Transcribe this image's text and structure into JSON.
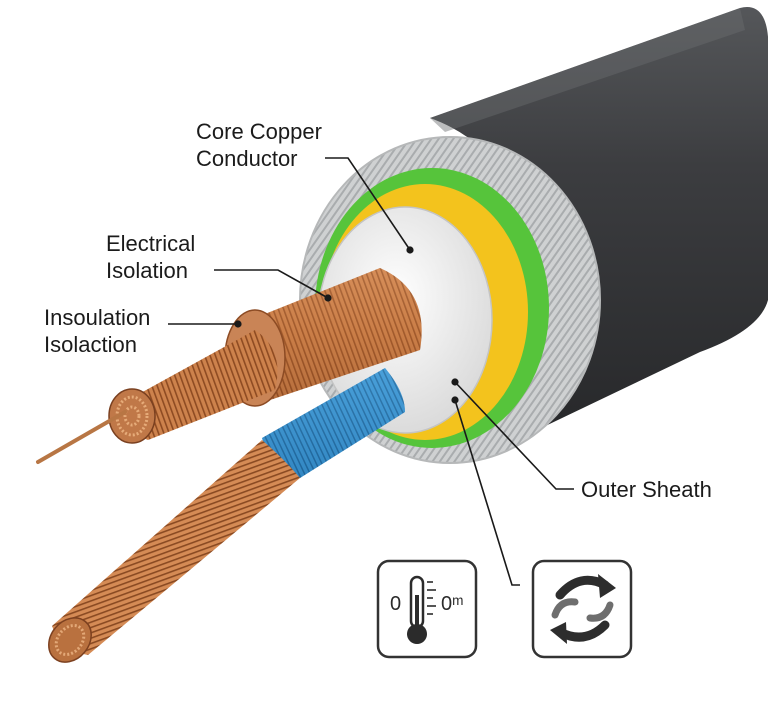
{
  "labels": {
    "core_copper": [
      "Core Copper",
      "Conductor"
    ],
    "electrical_isolation": [
      "Electrical",
      "Isolation"
    ],
    "insoulation": [
      "Insoulation",
      "Isolaction"
    ],
    "outer_sheath": "Outer Sheath"
  },
  "icons": {
    "thermometer": {
      "name": "thermometer-icon",
      "left_text": "0",
      "right_text": "0ᵐ"
    },
    "flexibility": {
      "name": "rotation-arrows-icon"
    }
  },
  "colors": {
    "sheath": "#3a3b3d",
    "braid": "#c9cbcc",
    "green": "#55c23a",
    "yellow": "#f2c21c",
    "insulation": "#e8e8e8",
    "copper": "#c87a45",
    "blue": "#2f88c8",
    "leader": "#1a1a1a"
  }
}
